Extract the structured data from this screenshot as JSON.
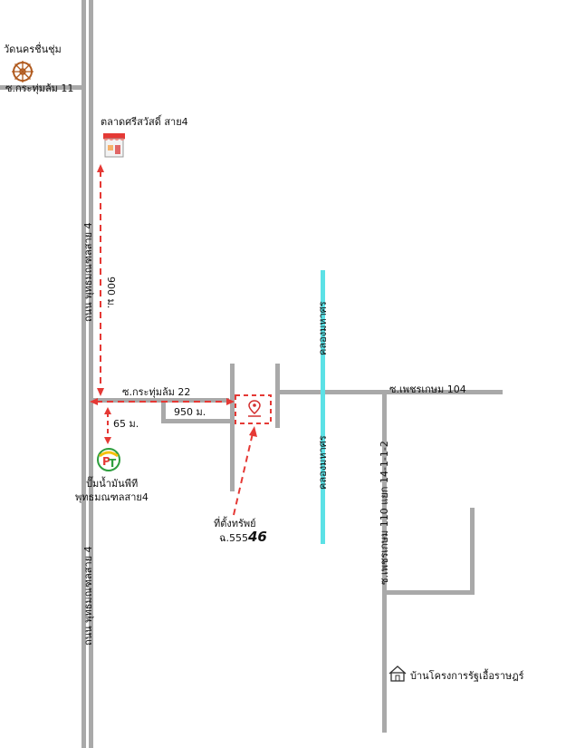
{
  "places": {
    "temple": "วัดนครชื่นชุ่ม",
    "market": "ตลาดศรีสวัสดิ์ สาย4",
    "gas_station": [
      "ปั๊มน้ำมันพีที",
      "พุทธมณฑลสาย4"
    ],
    "housing": "บ้านโครงการรัฐเอื้อราษฎร์",
    "property": [
      "ที่ตั้งทรัพย์",
      "ฉ.555"
    ],
    "property_handwritten": "46"
  },
  "roads": {
    "soi_11": "ซ.กระทุ่มล้ม 11",
    "phutthamonthon_top": "ถนน พุทธมณฑลสาย 4",
    "phutthamonthon_bottom": "ถนน พุทธมณฑลสาย 4",
    "soi_22": "ซ.กระทุ่มล้ม 22",
    "phetkasem_104": "ซ.เพชรเกษม 104",
    "phetkasem_110": "ซ.เพชรเกษม 110 แยก 14-1-1-2",
    "canal_top": "คลองมหาศร",
    "canal_bottom": "คลองมหาศร"
  },
  "distances": {
    "d900": "900 ม.",
    "d950": "950 ม.",
    "d65": "65 ม."
  },
  "colors": {
    "road": "#a9a9a9",
    "canal": "#5ce1e6",
    "route": "#e53935",
    "pin": "#d32f2f"
  },
  "icons": [
    "temple-wheel-icon",
    "market-stall-icon",
    "pt-gas-logo-icon",
    "location-pin-icon",
    "house-icon"
  ]
}
